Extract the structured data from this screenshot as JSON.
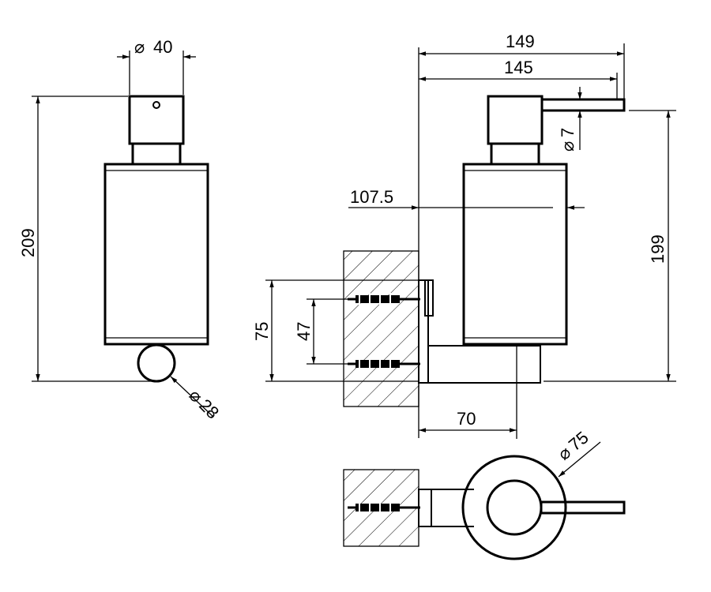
{
  "dimensions": {
    "front_width": "40",
    "front_height": "209",
    "foot_diameter": "28",
    "side_depth_total": "149",
    "side_depth_body": "145",
    "pump_diameter": "7",
    "center_depth": "107.5",
    "side_height": "199",
    "bracket_height": "75",
    "screw_spacing": "47",
    "bracket_depth": "70",
    "top_diameter": "75"
  },
  "symbols": {
    "diameter": "⌀"
  },
  "colors": {
    "line": "#000000",
    "background": "#ffffff"
  }
}
